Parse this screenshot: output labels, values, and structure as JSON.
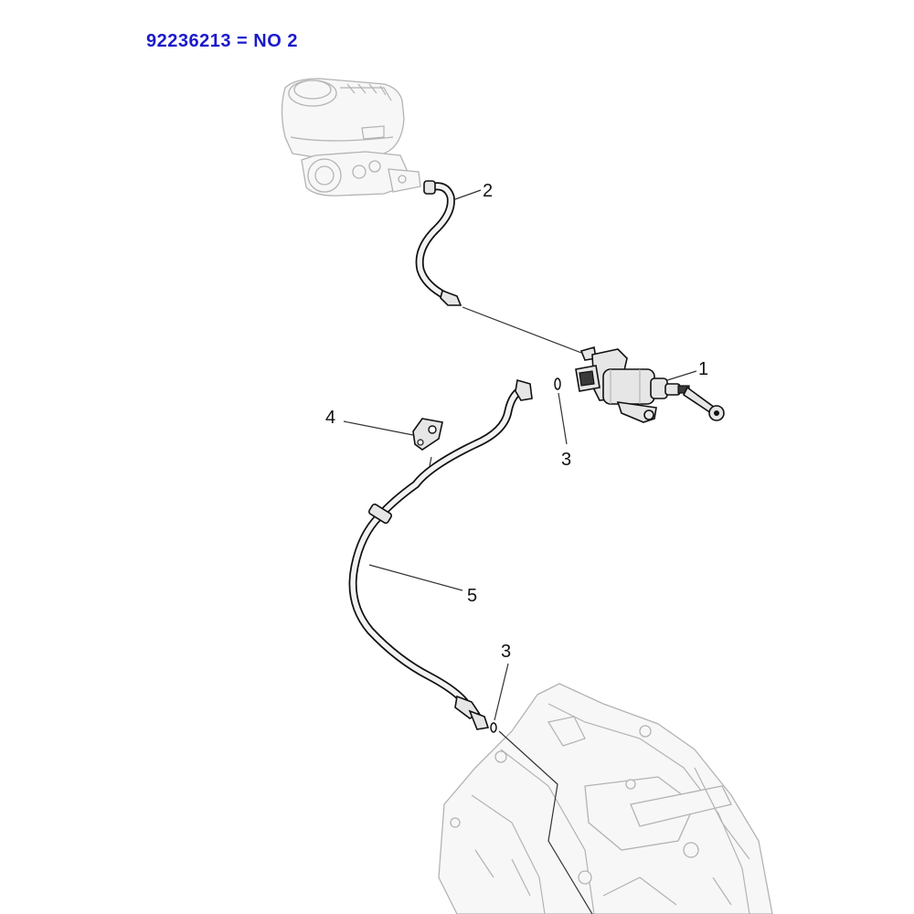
{
  "header": {
    "note": "92236213 = NO 2"
  },
  "callouts": [
    {
      "id": "1",
      "label": "1"
    },
    {
      "id": "2",
      "label": "2"
    },
    {
      "id": "3a",
      "label": "3"
    },
    {
      "id": "3b",
      "label": "3"
    },
    {
      "id": "4",
      "label": "4"
    },
    {
      "id": "5",
      "label": "5"
    }
  ],
  "colors": {
    "header": "#1a1acc",
    "ghost": "#b3b3b3",
    "part": "#111111"
  }
}
